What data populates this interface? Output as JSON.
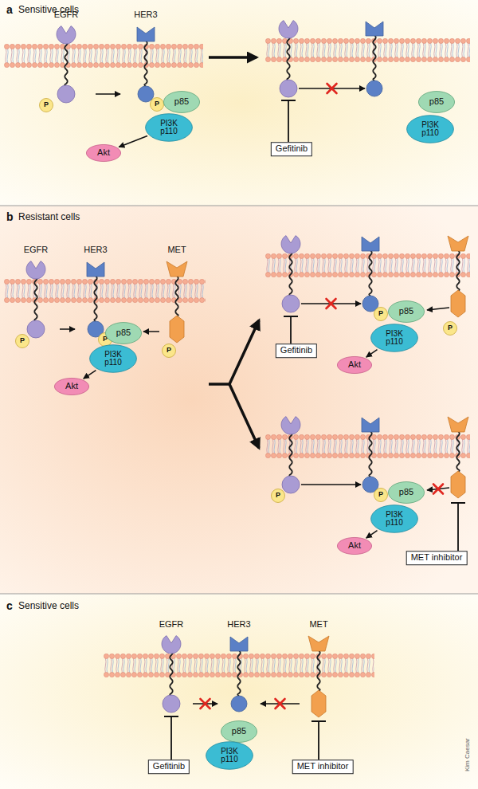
{
  "diagram": {
    "nodes": [
      {
        "text": [
          "EGFR"
        ]
      },
      {
        "text": [
          "P"
        ],
        "in": 0
      },
      {
        "text": [
          "HER3"
        ]
      },
      {
        "text": [
          "P"
        ],
        "in": 2
      },
      {
        "text": [
          "p85"
        ]
      },
      {
        "text": [
          "PI3K p110"
        ]
      },
      {
        "text": [
          "Akt"
        ]
      },
      {
        "text": [
          "p85"
        ]
      },
      {
        "text": [
          "PI3K p110"
        ]
      },
      {
        "text": [
          "Gefitinib"
        ]
      },
      {
        "text": [
          "EGFR"
        ]
      },
      {
        "text": [
          "P"
        ],
        "in": 10
      },
      {
        "text": [
          "HER3"
        ]
      },
      {
        "text": [
          "P"
        ],
        "in": 12
      },
      {
        "text": [
          "MET"
        ]
      },
      {
        "text": [
          "P"
        ],
        "in": 14
      },
      {
        "text": [
          "p85"
        ]
      },
      {
        "text": [
          "PI3K p110"
        ]
      },
      {
        "text": [
          "Akt"
        ]
      },
      {
        "text": [
          "P"
        ]
      },
      {
        "text": [
          "p85"
        ]
      },
      {
        "text": [
          "PI3K p110"
        ]
      },
      {
        "text": [
          "P"
        ]
      },
      {
        "text": [
          "Akt"
        ]
      },
      {
        "text": [
          "Gefitinib"
        ]
      },
      {
        "text": [
          "P"
        ]
      },
      {
        "text": [
          "P"
        ]
      },
      {
        "text": [
          "p85"
        ]
      },
      {
        "text": [
          "PI3K p110"
        ]
      },
      {
        "text": [
          "Akt"
        ]
      },
      {
        "text": [
          "MET inhibitor"
        ]
      },
      {
        "text": [
          "EGFR"
        ]
      },
      {
        "text": [
          "HER3"
        ]
      },
      {
        "text": [
          "MET"
        ]
      },
      {
        "text": [
          "p85"
        ]
      },
      {
        "text": [
          "PI3K p110"
        ]
      },
      {
        "text": [
          "Gefitinib"
        ]
      },
      {
        "text": [
          "MET inhibitor"
        ]
      }
    ],
    "edges": [
      {
        "from": 0,
        "to": 2,
        "arrow": "to"
      },
      {
        "from": 5,
        "to": 6,
        "arrow": "to"
      },
      {
        "from": 10,
        "to": 12,
        "arrow": "to"
      },
      {
        "from": 14,
        "to": 16,
        "arrow": "to"
      },
      {
        "from": 17,
        "to": 18,
        "arrow": "to"
      },
      {
        "from": 21,
        "to": 23,
        "arrow": "to"
      },
      {
        "from": 28,
        "to": 29,
        "arrow": "to"
      },
      {
        "from": 31,
        "to": 32,
        "arrow": "to"
      },
      {
        "from": 33,
        "to": 32,
        "arrow": "to"
      }
    ],
    "labels": [
      "a",
      "Sensitive cells",
      "b",
      "Resistant cells",
      "c",
      "Sensitive cells",
      "Kim Caesar"
    ]
  }
}
